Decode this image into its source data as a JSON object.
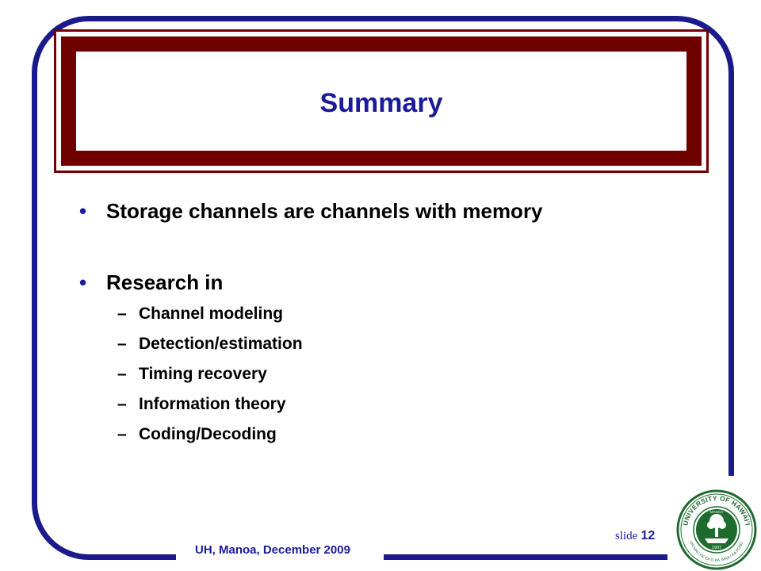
{
  "slide": {
    "title": "Summary",
    "bullets": [
      {
        "text": "Storage channels are channels with memory"
      },
      {
        "text": "Research in"
      }
    ],
    "sub_items": [
      "Channel modeling",
      "Detection/estimation",
      "Timing recovery",
      "Information theory",
      "Coding/Decoding"
    ],
    "bullet_glyph": "•",
    "dash_glyph": "–",
    "footer": "UH, Manoa, December 2009",
    "slide_label": "slide",
    "slide_number": "12",
    "seal": {
      "top_text": "UNIVERSITY OF HAWAI'I",
      "year": "1907",
      "motto": "MANOA"
    }
  },
  "colors": {
    "frame": "#1a1a8c",
    "title_box": "#6f0000",
    "title_text": "#1a1a9c",
    "seal_green": "#1e6b2e"
  }
}
